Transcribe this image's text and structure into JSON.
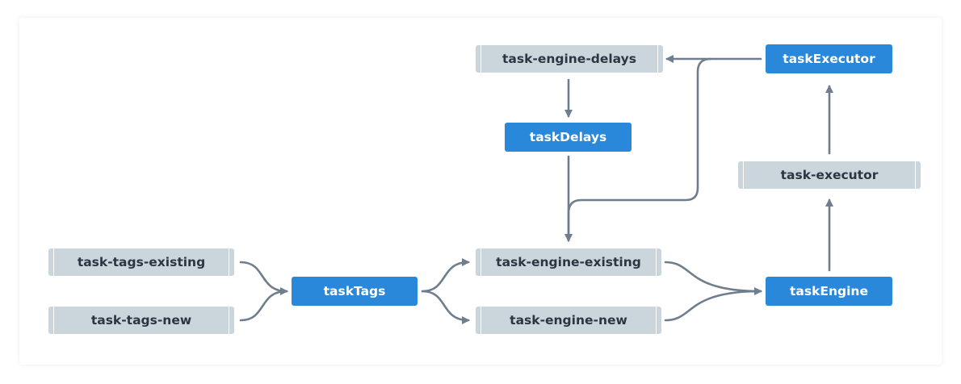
{
  "topics": {
    "task_engine_delays": "task-engine-delays",
    "task_executor": "task-executor",
    "task_tags_existing": "task-tags-existing",
    "task_tags_new": "task-tags-new",
    "task_engine_existing": "task-engine-existing",
    "task_engine_new": "task-engine-new"
  },
  "processors": {
    "task_executor": "taskExecutor",
    "task_delays": "taskDelays",
    "task_tags": "taskTags",
    "task_engine": "taskEngine"
  },
  "colors": {
    "topic_fill": "#cbd5dc",
    "processor_fill": "#2a88da",
    "edge": "#6f7e8c"
  }
}
